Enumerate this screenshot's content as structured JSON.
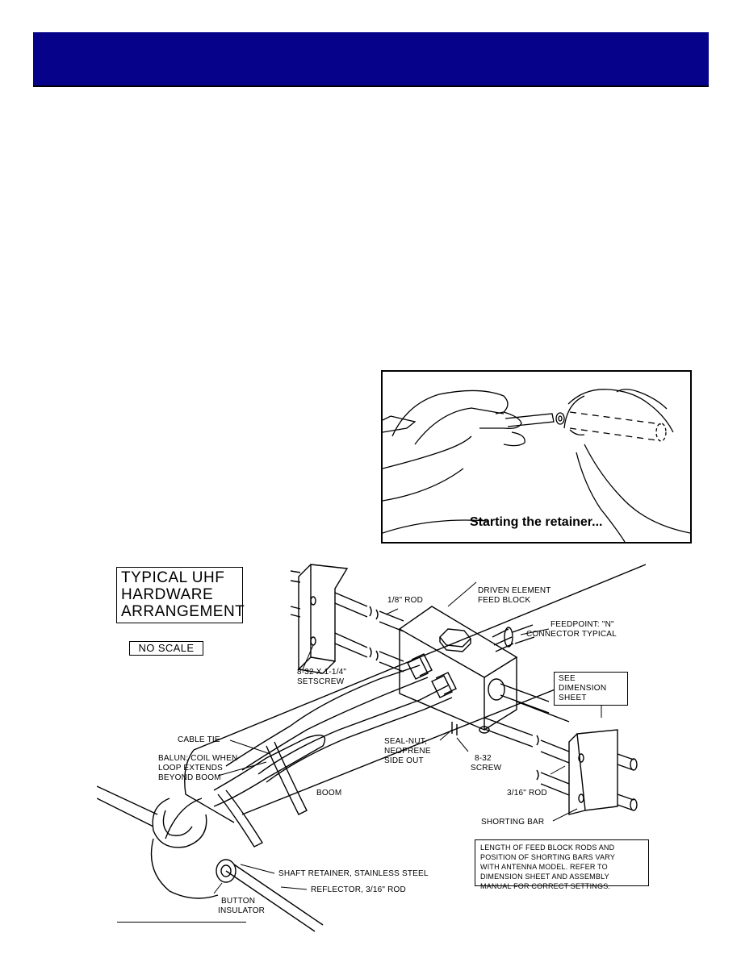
{
  "photo": {
    "caption": "Starting the retainer..."
  },
  "drawing": {
    "title_lines": [
      "TYPICAL UHF",
      "HARDWARE",
      "ARRANGEMENT"
    ],
    "scale_note": "NO SCALE",
    "labels": {
      "rod_18": "1/8\" ROD",
      "driven_1": "DRIVEN ELEMENT",
      "driven_2": "FEED BLOCK",
      "feedpoint_1": "FEEDPOINT: \"N\"",
      "feedpoint_2": "CONNECTOR TYPICAL",
      "setscrew_1": "8-32 X 1-1/4\"",
      "setscrew_2": "SETSCREW",
      "cable_tie": "CABLE TIE",
      "balun_1": "BALUN: COIL WHEN",
      "balun_2": "LOOP EXTENDS",
      "balun_3": "BEYOND BOOM",
      "sealnut_1": "SEAL-NUT,",
      "sealnut_2": "NEOPRENE",
      "sealnut_3": "SIDE OUT",
      "screw_1": "8-32",
      "screw_2": "SCREW",
      "boom": "BOOM",
      "rod_316": "3/16\" ROD",
      "shorting_bar": "SHORTING BAR",
      "shaft_retainer": "SHAFT RETAINER, STAINLESS STEEL",
      "reflector": "REFLECTOR, 3/16\" ROD",
      "button_1": "BUTTON",
      "button_2": "INSULATOR"
    },
    "see_box_lines": [
      "SEE",
      "DIMENSION",
      "SHEET"
    ],
    "note_lines": [
      "LENGTH OF FEED BLOCK RODS AND",
      "POSITION OF SHORTING BARS VARY",
      "WITH ANTENNA MODEL. REFER TO",
      "DIMENSION SHEET AND ASSEMBLY",
      "MANUAL FOR CORRECT SETTINGS."
    ]
  },
  "colors": {
    "header_band": "#06038a"
  }
}
